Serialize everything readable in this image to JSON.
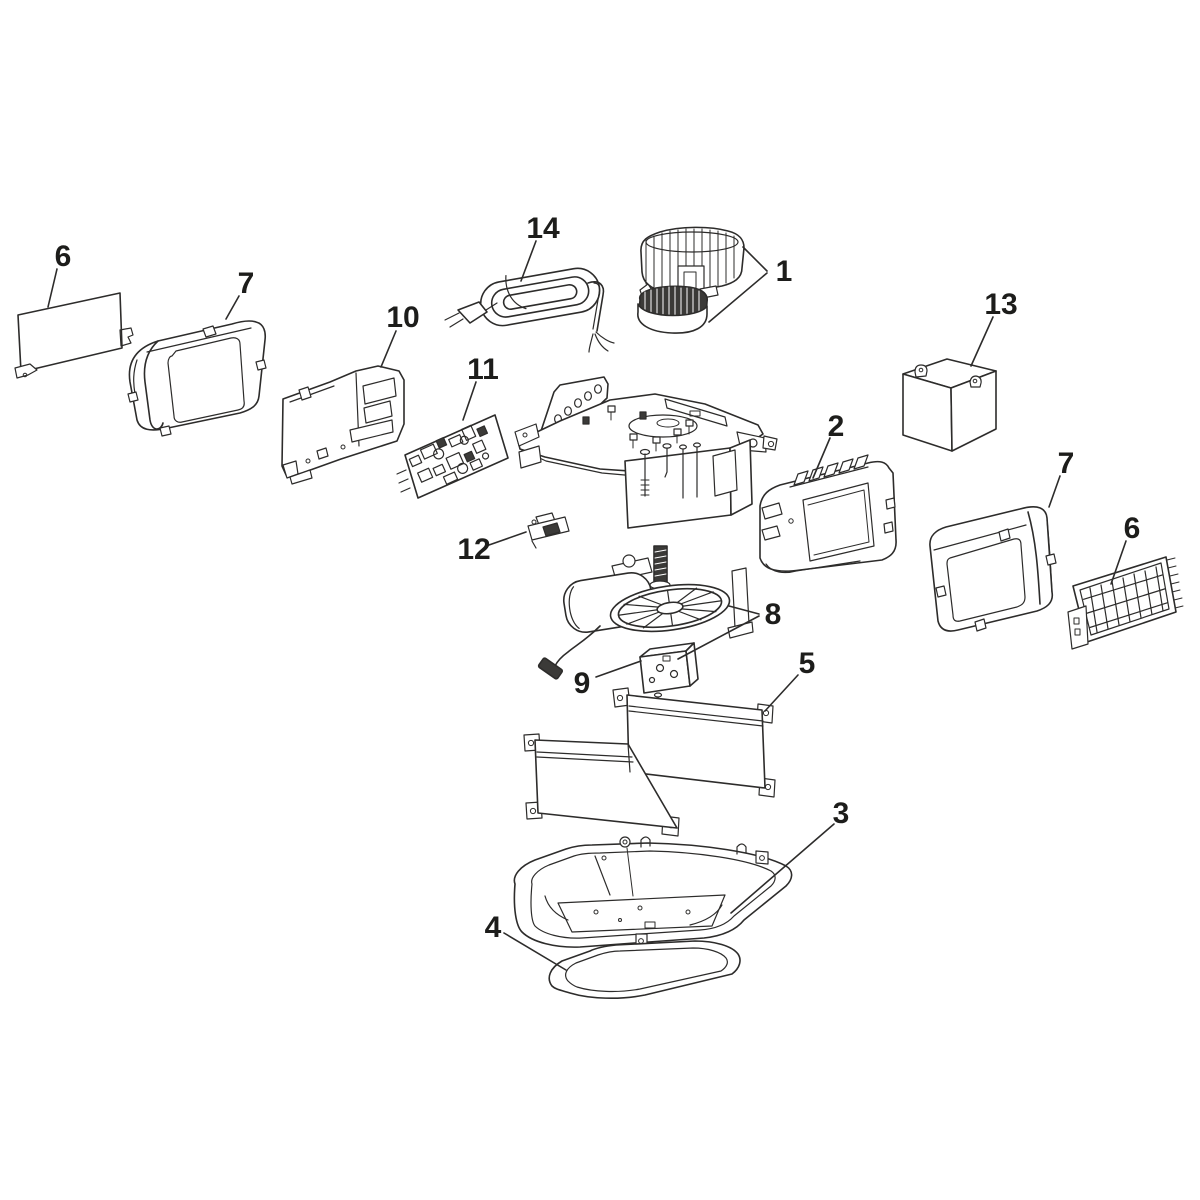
{
  "diagram": {
    "type": "exploded-parts-diagram",
    "colors": {
      "background": "#ffffff",
      "line": "#2d2c2b",
      "label": "#1d1d1b",
      "dark_fill": "#3b3a38"
    },
    "callouts": [
      {
        "ref": "perforated-grille-left",
        "text": "6"
      },
      {
        "ref": "side-cover-left",
        "text": "7"
      },
      {
        "ref": "end-panel-left",
        "text": "10"
      },
      {
        "ref": "power-cord",
        "text": "14"
      },
      {
        "ref": "socket-and-rotor",
        "text": "1"
      },
      {
        "ref": "transformer-box",
        "text": "13"
      },
      {
        "ref": "circuit-board",
        "text": "11"
      },
      {
        "ref": "end-panel-right",
        "text": "2"
      },
      {
        "ref": "side-cover-right",
        "text": "7"
      },
      {
        "ref": "vent-grille-right",
        "text": "6"
      },
      {
        "ref": "switch-bracket",
        "text": "12"
      },
      {
        "ref": "motor-assembly",
        "text": "8"
      },
      {
        "ref": "coupler-block",
        "text": "9"
      },
      {
        "ref": "light-shield-panels",
        "text": "5"
      },
      {
        "ref": "bottom-pan",
        "text": "3"
      },
      {
        "ref": "lens-frame",
        "text": "4"
      }
    ]
  }
}
